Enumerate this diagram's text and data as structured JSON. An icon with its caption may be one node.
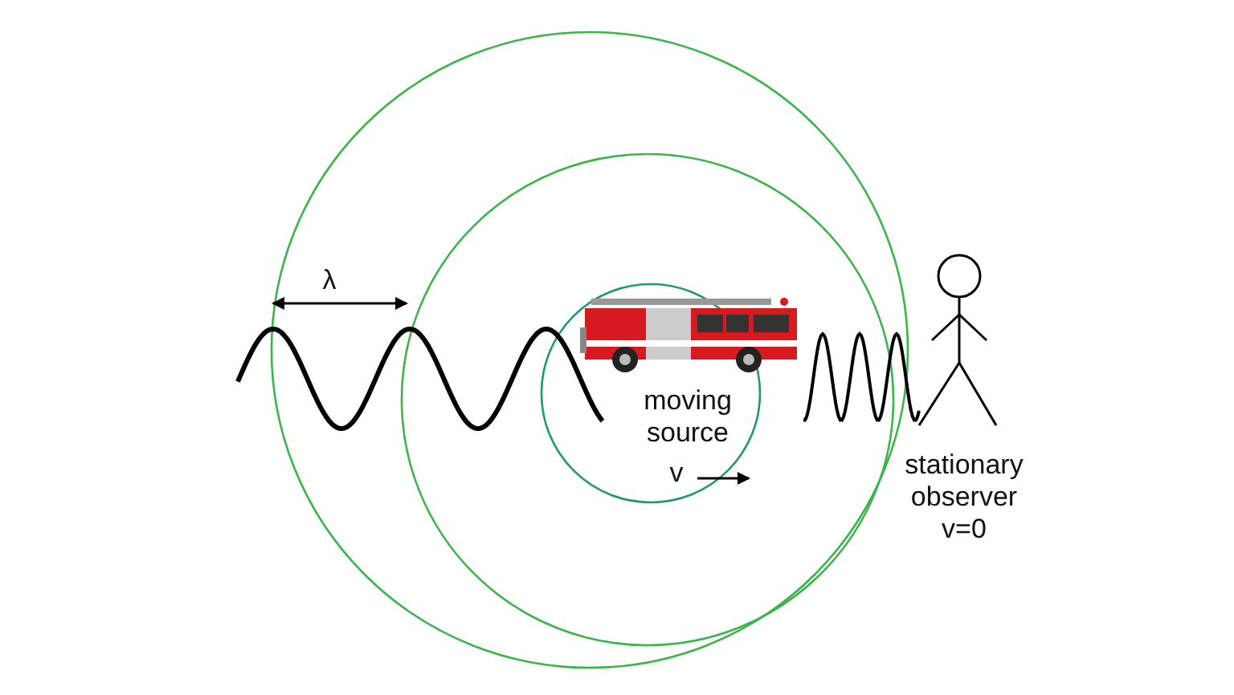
{
  "diagram": {
    "labels": [
      "λ",
      "moving source",
      "v",
      "stationary observer",
      "v=0"
    ]
  }
}
